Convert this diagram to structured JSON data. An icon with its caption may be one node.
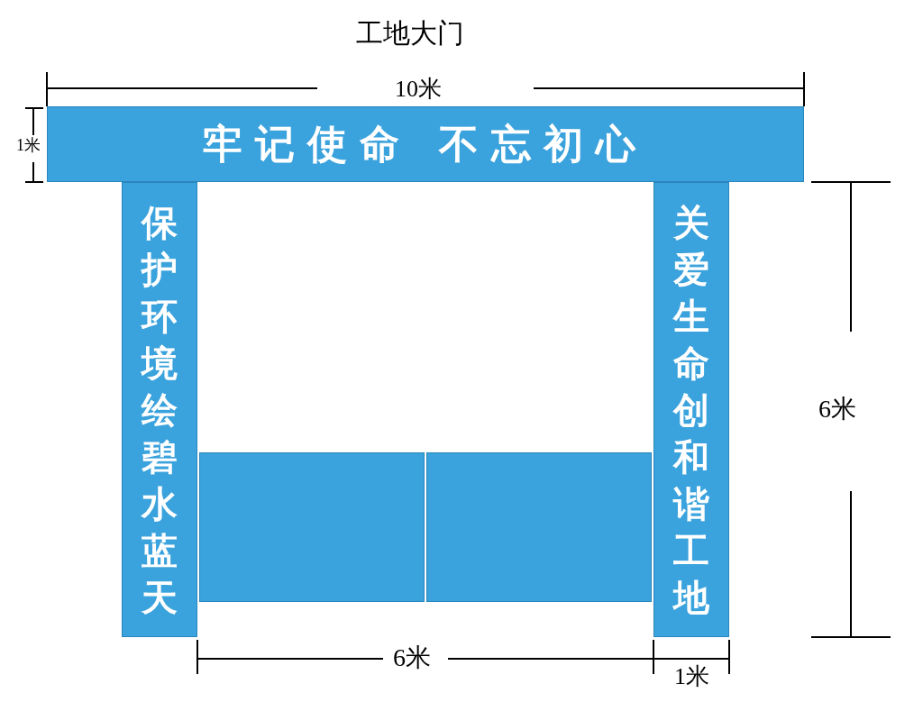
{
  "diagram": {
    "title": "工地大门",
    "nodes": [
      {
        "text": [
          "牢记使命 不忘初心"
        ]
      },
      {
        "text": [
          "保护环境绘碧水蓝天"
        ]
      },
      {
        "text": [
          "关爱生命创和谐工地"
        ]
      },
      {
        "text": [],
        "shape": "box"
      },
      {
        "text": [],
        "shape": "box"
      }
    ],
    "labels": [
      "10米",
      "1米",
      "6米",
      "6米",
      "1米"
    ]
  }
}
